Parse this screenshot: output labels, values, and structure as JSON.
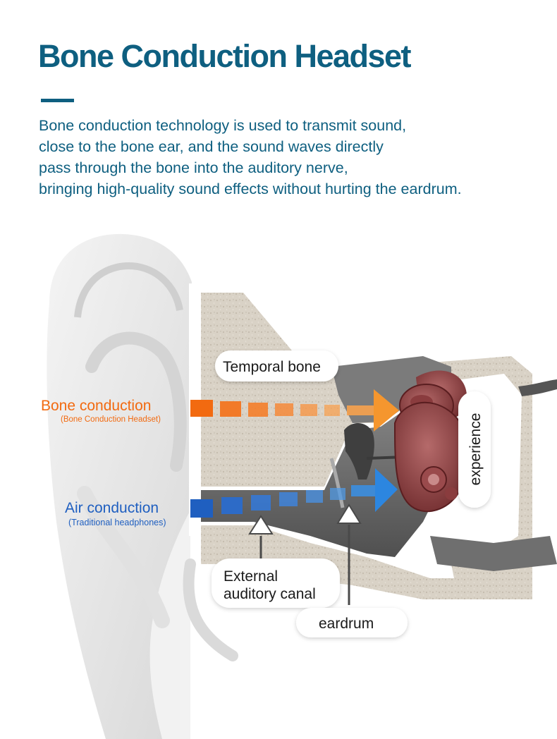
{
  "title": "Bone Conduction Headset",
  "intro_lines": [
    "Bone conduction technology is used to transmit sound,",
    "close to the bone ear, and the sound waves directly",
    "pass through the bone into the auditory nerve,",
    "bringing high-quality sound effects without hurting the eardrum."
  ],
  "labels": {
    "temporal_bone": "Temporal bone",
    "experience": "experience",
    "bone_conduction": "Bone conduction",
    "bone_conduction_sub": "(Bone Conduction Headset)",
    "air_conduction": "Air conduction",
    "air_conduction_sub": "(Traditional headphones)",
    "canal_line1": "External",
    "canal_line2": "auditory canal",
    "eardrum": "eardrum"
  },
  "colors": {
    "title": "#0e5f80",
    "bone_conduction": "#f26a10",
    "air_conduction": "#1f5fc0",
    "bone_tissue": "#d9d2c6"
  }
}
